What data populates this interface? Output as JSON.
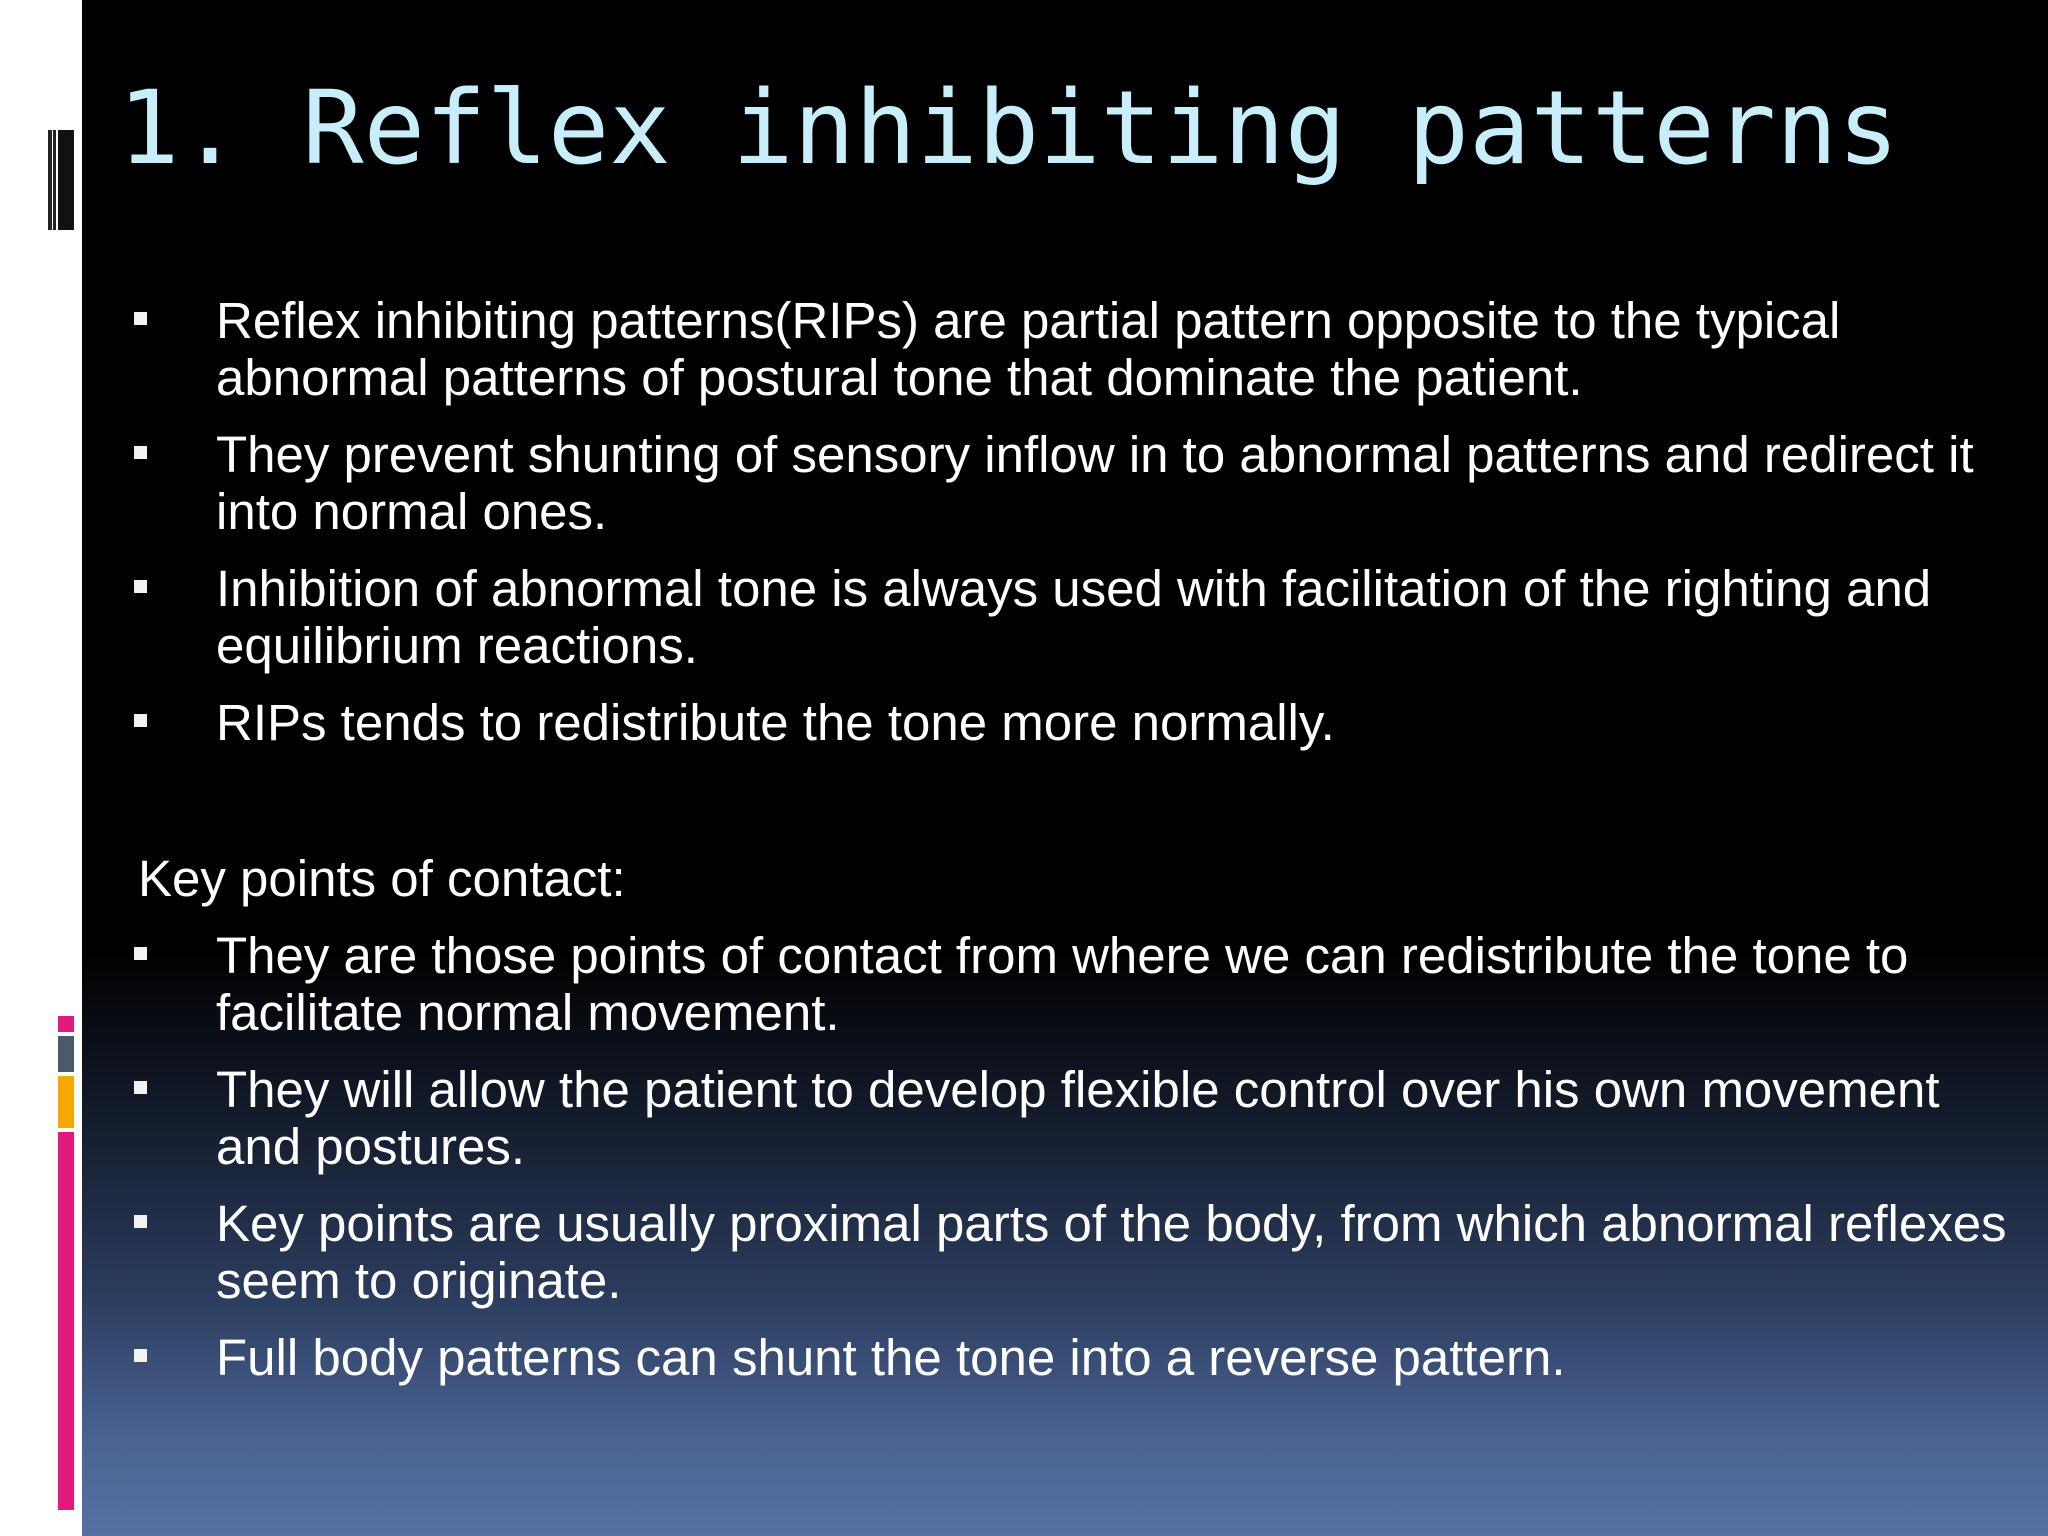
{
  "slide": {
    "title": "1. Reflex inhibiting patterns",
    "bullets_top": [
      "Reflex inhibiting patterns(RIPs) are partial pattern opposite to the typical abnormal patterns of postural tone that dominate the patient.",
      "They prevent shunting of sensory inflow in to abnormal patterns and redirect it into normal ones.",
      "Inhibition of abnormal tone is always used with facilitation of the righting and equilibrium reactions.",
      "RIPs tends to redistribute the tone more normally."
    ],
    "subheading": "Key points of contact:",
    "bullets_bottom": [
      "They are those points of contact from where we can redistribute the tone to facilitate normal movement.",
      "They will allow the patient to develop flexible control over his own movement and postures.",
      "Key points are usually proximal parts of the body, from which abnormal reflexes seem to originate.",
      "Full body patterns can shunt the tone into a reverse pattern."
    ]
  },
  "colors": {
    "title": "#c7eefa",
    "body_text": "#ffffff",
    "accent_pink": "#e31a7e",
    "accent_orange": "#f7a800",
    "accent_slate": "#4b5a6b"
  }
}
